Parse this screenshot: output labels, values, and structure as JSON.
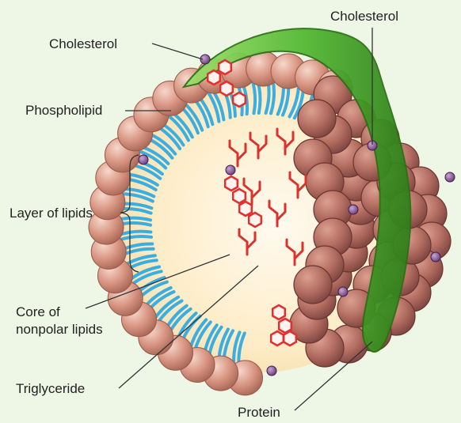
{
  "labels": {
    "cholesterol_top_left": "Cholesterol",
    "cholesterol_top_right": "Cholesterol",
    "phospholipid": "Phospholipid",
    "layer_of_lipids": "Layer of lipids",
    "core_line1": "Core of",
    "core_line2": "nonpolar lipids",
    "triglyceride": "Triglyceride",
    "protein": "Protein"
  },
  "colors": {
    "background": "#eef6e6",
    "phospholipid_head": "#d89a86",
    "phospholipid_tail": "#3aaee0",
    "core": "#fdf0d2",
    "cholesterol_ring": "#e3302f",
    "cholesterol_dot": "#8a5a9a",
    "protein": "#5cc23a",
    "inner_mass": "#b96f64"
  }
}
